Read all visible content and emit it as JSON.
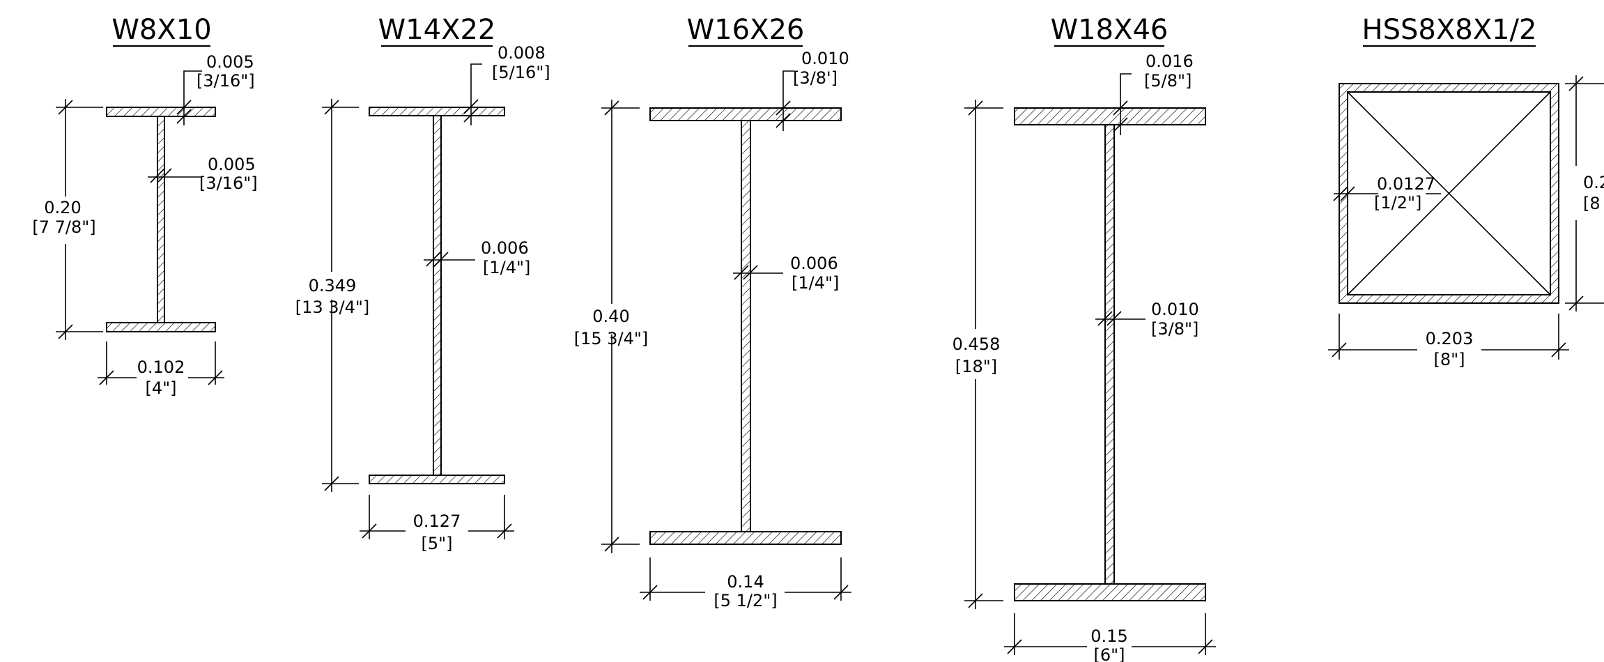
{
  "sections": [
    {
      "title": "W8X10",
      "flange_thickness": "0.005",
      "flange_thickness_frac": "[3/16\"]",
      "web_thickness": "0.005",
      "web_thickness_frac": "[3/16\"]",
      "depth": "0.20",
      "depth_frac": "[7 7/8\"]",
      "flange_width": "0.102",
      "flange_width_frac": "[4\"]"
    },
    {
      "title": "W14X22",
      "flange_thickness": "0.008",
      "flange_thickness_frac": "[5/16\"]",
      "web_thickness": "0.006",
      "web_thickness_frac": "[1/4\"]",
      "depth": "0.349",
      "depth_frac": "[13 3/4\"]",
      "flange_width": "0.127",
      "flange_width_frac": "[5\"]"
    },
    {
      "title": "W16X26",
      "flange_thickness": "0.010",
      "flange_thickness_frac": "[3/8']",
      "web_thickness": "0.006",
      "web_thickness_frac": "[1/4\"]",
      "depth": "0.40",
      "depth_frac": "[15 3/4\"]",
      "flange_width": "0.14",
      "flange_width_frac": "[5 1/2\"]"
    },
    {
      "title": "W18X46",
      "flange_thickness": "0.016",
      "flange_thickness_frac": "[5/8\"]",
      "web_thickness": "0.010",
      "web_thickness_frac": "[3/8\"]",
      "depth": "0.458",
      "depth_frac": "[18\"]",
      "flange_width": "0.15",
      "flange_width_frac": "[6\"]"
    }
  ],
  "hss": {
    "title": "HSS8X8X1/2",
    "wall_thickness": "0.0127",
    "wall_thickness_frac": "[1/2\"]",
    "width": "0.203",
    "width_frac": "[8\"]",
    "height_partial": "0.2",
    "height_frac_partial": "[8"
  }
}
